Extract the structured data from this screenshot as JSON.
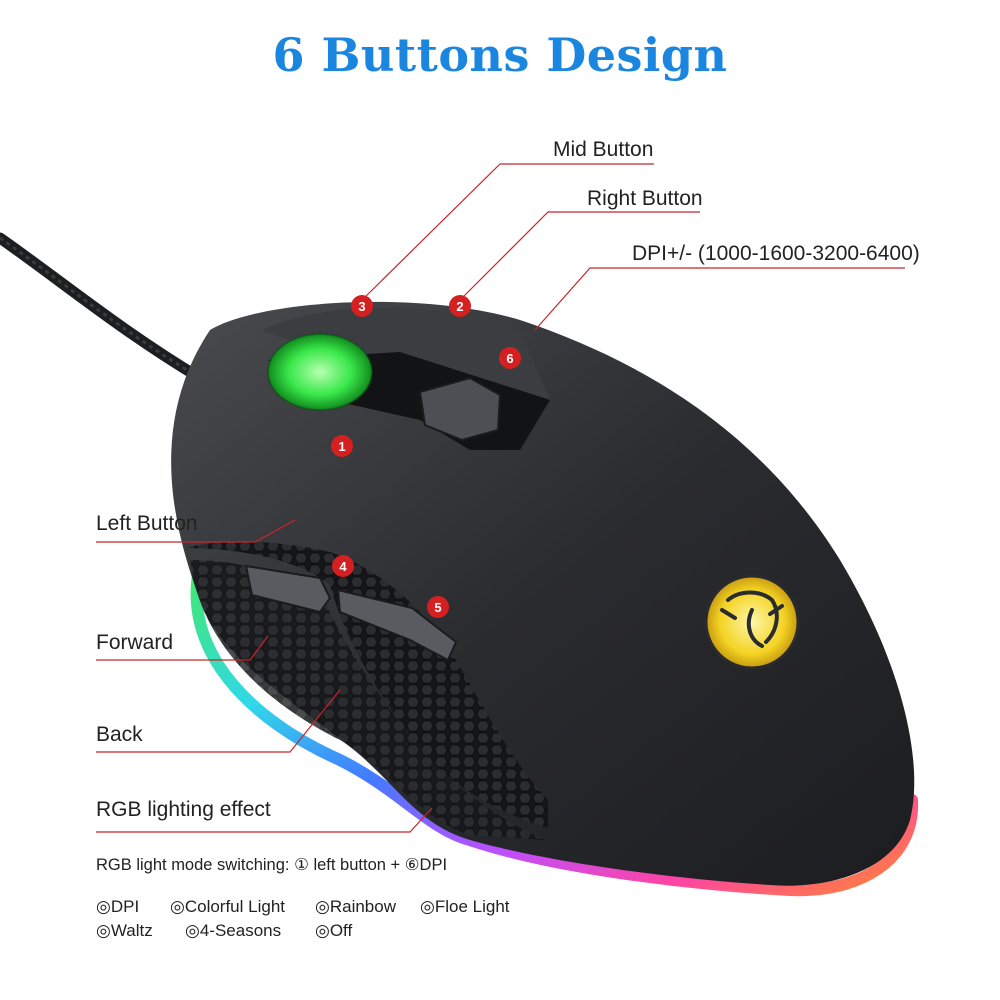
{
  "title": "6 Buttons Design",
  "callouts": {
    "mid_button": "Mid  Button",
    "right_button": "Right  Button",
    "dpi": "DPI+/- (1000-1600-3200-6400)",
    "left_button": "Left  Button",
    "forward": "Forward",
    "back": "Back",
    "rgb": "RGB lighting effect"
  },
  "markers": [
    "1",
    "2",
    "3",
    "4",
    "5",
    "6"
  ],
  "note": "RGB light mode switching: ① left button + ⑥DPI",
  "modes": [
    "◎DPI",
    "◎Colorful Light",
    "◎Rainbow",
    "◎Floe Light",
    "◎Waltz",
    "◎4-Seasons",
    "◎Off"
  ],
  "colors": {
    "title": "#1a86e0",
    "marker": "#d42020",
    "leader_line": "#c8252a",
    "body": "#2e2f32",
    "wheel_glow": "#39e84a",
    "logo_glow": "#f3d323"
  }
}
